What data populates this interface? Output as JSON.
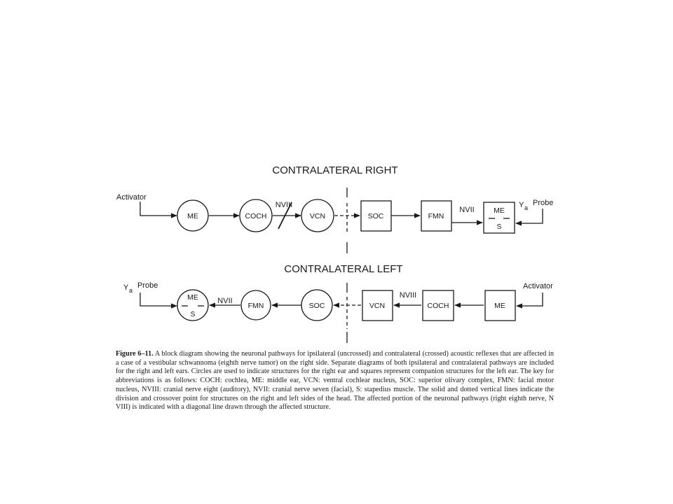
{
  "diagram": {
    "right_title": "CONTRALATERAL RIGHT",
    "left_title": "CONTRALATERAL LEFT",
    "right_row": {
      "activator": "Activator",
      "probe": "Probe",
      "probe_y": "Y",
      "probe_sub": "a",
      "me": "ME",
      "coch": "COCH",
      "nviii": "NVIII",
      "vcn": "VCN",
      "soc": "SOC",
      "fmn": "FMN",
      "nvii": "NVII",
      "me_s_top": "ME",
      "me_s_bottom": "S"
    },
    "left_row": {
      "activator": "Activator",
      "probe": "Probe",
      "probe_y": "Y",
      "probe_sub": "a",
      "me_s_top": "ME",
      "me_s_bottom": "S",
      "nvii": "NVII",
      "fmn": "FMN",
      "soc": "SOC",
      "vcn": "VCN",
      "nviii": "NVIII",
      "coch": "COCH",
      "me": "ME"
    }
  },
  "caption": {
    "figure_label": "Figure 6–11.",
    "text": "A block diagram showing the neuronal pathways for ipsilateral (uncrossed) and contralateral (crossed) acoustic reflexes that are affected in a case of a vestibular schwannoma (eighth nerve tumor) on the right side. Separate diagrams of both ipsilateral and contralateral pathways are included for the right and left ears. Circles are used to indicate structures for the right ear and squares represent companion structures for the left ear. The key for abbreviations is as follows: COCH: cochlea, ME: middle ear, VCN: ventral cochlear nucleus, SOC: superior olivary complex, FMN: facial motor nucleus, NVIII: cranial nerve eight (auditory), NVII: cranial nerve seven (facial), S: stapedius muscle. The solid and dotted vertical lines indicate the division and crossover point for structures on the right and left sides of the head. The affected portion of the neuronal pathways (right eighth nerve, N VIII) is indicated with a diagonal line drawn through the affected structure."
  }
}
